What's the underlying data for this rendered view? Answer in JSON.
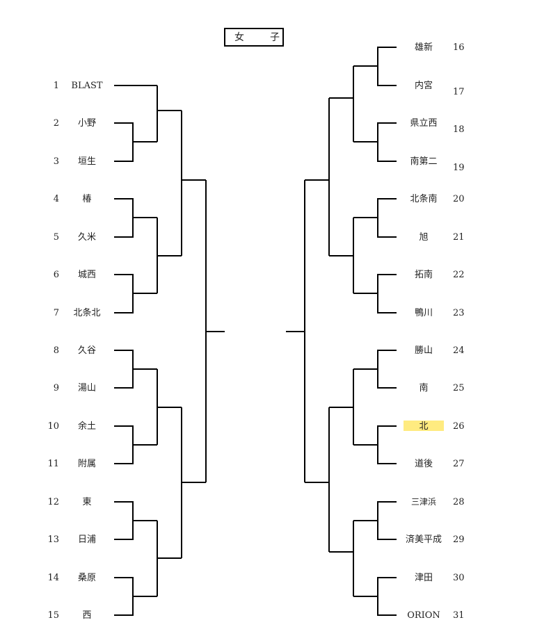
{
  "title": {
    "char1": "女",
    "char2": "子"
  },
  "colors": {
    "line": "#000000",
    "text": "#222222",
    "highlight": "#ffeb80"
  },
  "left_teams": [
    {
      "seed": "1",
      "name": "BLAST"
    },
    {
      "seed": "2",
      "name": "小野"
    },
    {
      "seed": "3",
      "name": "垣生"
    },
    {
      "seed": "4",
      "name": "椿"
    },
    {
      "seed": "5",
      "name": "久米"
    },
    {
      "seed": "6",
      "name": "城西"
    },
    {
      "seed": "7",
      "name": "北条北"
    },
    {
      "seed": "8",
      "name": "久谷"
    },
    {
      "seed": "9",
      "name": "湯山"
    },
    {
      "seed": "10",
      "name": "余土"
    },
    {
      "seed": "11",
      "name": "附属"
    },
    {
      "seed": "12",
      "name": "東"
    },
    {
      "seed": "13",
      "name": "日浦"
    },
    {
      "seed": "14",
      "name": "桑原"
    },
    {
      "seed": "15",
      "name": "西"
    }
  ],
  "right_teams": [
    {
      "seed": "16",
      "name": "雄新"
    },
    {
      "seed": "17",
      "name": "内宮"
    },
    {
      "seed": "18",
      "name": "県立西"
    },
    {
      "seed": "19",
      "name": "南第二"
    },
    {
      "seed": "20",
      "name": "北条南"
    },
    {
      "seed": "21",
      "name": "旭"
    },
    {
      "seed": "22",
      "name": "拓南"
    },
    {
      "seed": "23",
      "name": "鴨川"
    },
    {
      "seed": "24",
      "name": "勝山"
    },
    {
      "seed": "25",
      "name": "南"
    },
    {
      "seed": "26",
      "name": "北",
      "highlighted": true
    },
    {
      "seed": "27",
      "name": "道後"
    },
    {
      "seed": "28",
      "name": "三津浜"
    },
    {
      "seed": "29",
      "name": "済美平成"
    },
    {
      "seed": "30",
      "name": "津田"
    },
    {
      "seed": "31",
      "name": "ORION"
    }
  ]
}
